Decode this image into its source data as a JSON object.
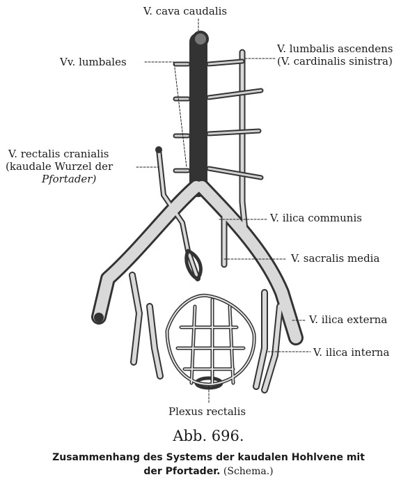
{
  "labels": {
    "cava": "V. cava caudalis",
    "lumbales": "Vv. lumbales",
    "lumb_asc_1": "V. lumbalis ascendens",
    "lumb_asc_2": "(V. cardinalis sinistra)",
    "rect_1": "V. rectalis cranialis",
    "rect_2": "(kaudale Wurzel der",
    "rect_3": "Pfortader)",
    "ilica_communis": "V. ilica communis",
    "sacralis": "V. sacralis media",
    "ilica_externa": "V. ilica externa",
    "ilica_interna": "V. ilica interna",
    "plexus": "Plexus rectalis"
  },
  "figure": {
    "number": "Abb. 696.",
    "caption_bold_1": "Zusammenhang des Systems der kaudalen Hohlvene mit",
    "caption_bold_2": "der Pfortader.",
    "caption_normal": "(Schema.)"
  }
}
